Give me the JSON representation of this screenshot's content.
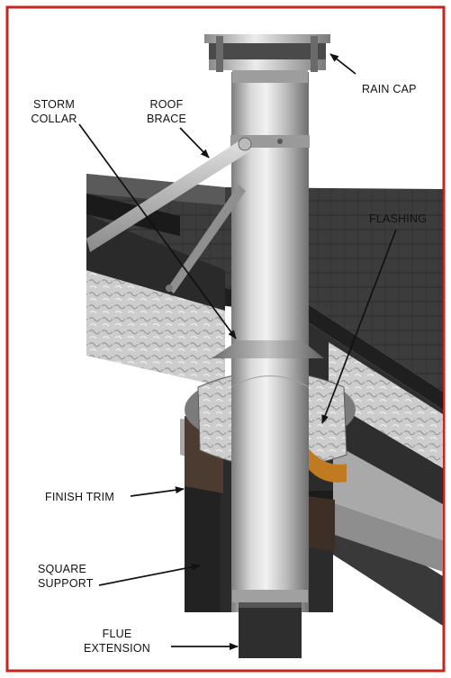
{
  "labels": {
    "rain_cap": "RAIN CAP",
    "storm_collar": [
      "STORM",
      "COLLAR"
    ],
    "roof_brace": [
      "ROOF",
      "BRACE"
    ],
    "flashing": "FLASHING",
    "finish_trim": "FINISH TRIM",
    "square_support": [
      "SQUARE",
      "SUPPORT"
    ],
    "flue_extension": [
      "FLUE",
      "EXTENSION"
    ]
  },
  "colors": {
    "border": "#c8241e",
    "roof": "#3d3d3d",
    "roof_dark": "#262626",
    "pipe_light": "#e6e6e6",
    "pipe_dark": "#8a8a8a",
    "insulation": "#cfcfcf",
    "support": "#2c2c2c",
    "trim": "#6e5a4a"
  }
}
